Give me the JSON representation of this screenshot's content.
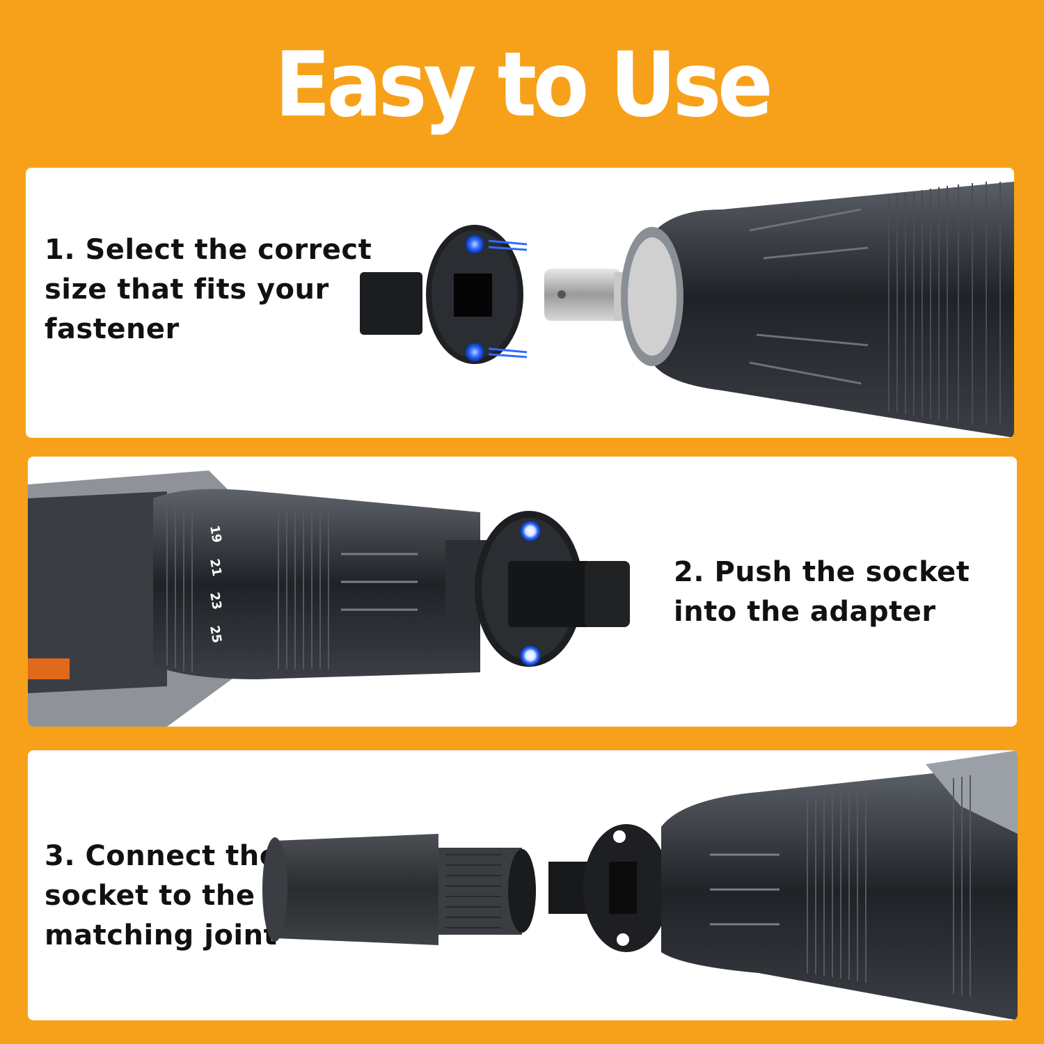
{
  "title": "Easy to Use",
  "steps": [
    {
      "text": "1. Select the correct size that fits your fastener"
    },
    {
      "text": "2. Push the socket into the adapter"
    },
    {
      "text": "3. Connect the socket to the matching joint"
    }
  ],
  "dial_numbers": [
    "19",
    "21",
    "23",
    "25"
  ],
  "colors": {
    "background": "#F7A11A",
    "panel": "#FFFFFF",
    "accent_blue": "#2F6BFF",
    "tool_dark": "#2A2D31"
  }
}
